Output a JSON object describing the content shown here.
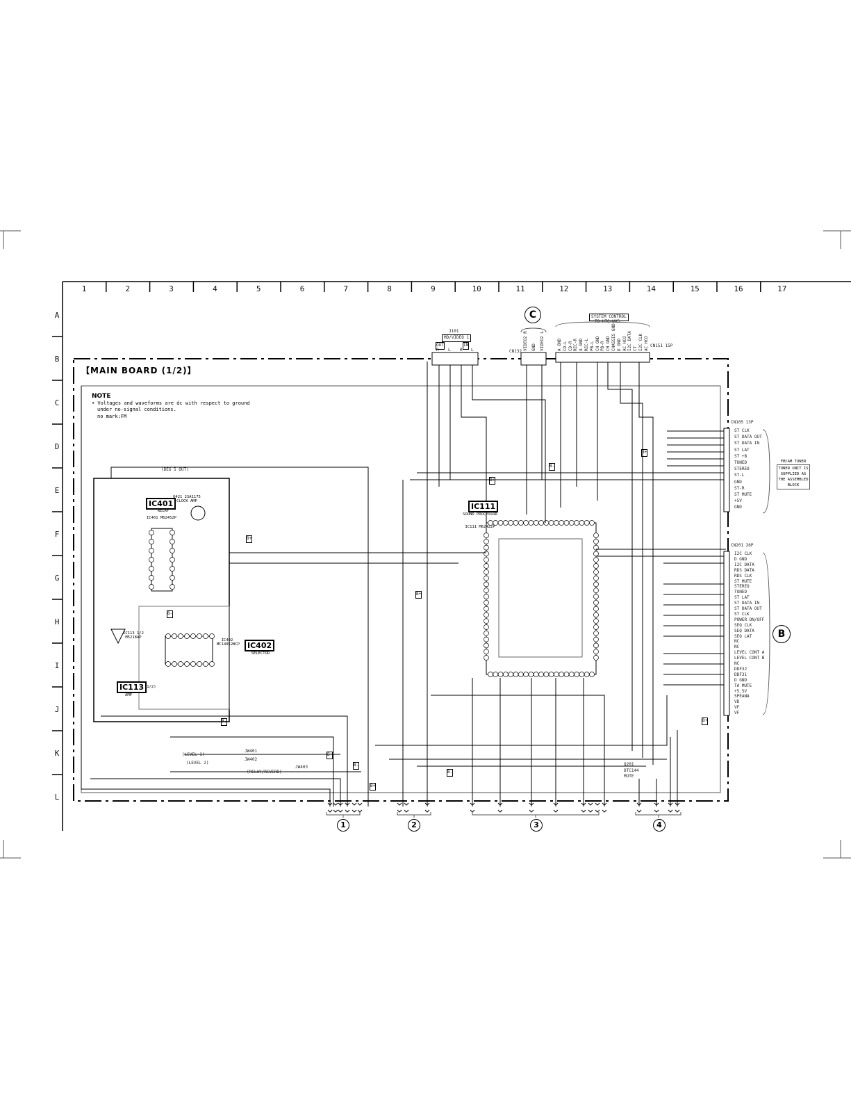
{
  "grid": {
    "columns": [
      "1",
      "2",
      "3",
      "4",
      "5",
      "6",
      "7",
      "8",
      "9",
      "10",
      "11",
      "12",
      "13",
      "14",
      "15",
      "16",
      "17"
    ],
    "rows": [
      "A",
      "B",
      "C",
      "D",
      "E",
      "F",
      "G",
      "H",
      "I",
      "J",
      "K",
      "L"
    ]
  },
  "board_title": "【MAIN BOARD (1/2)】",
  "note": {
    "heading": "NOTE",
    "lines": [
      "• Voltages and waveforms are dc with respect to ground",
      "under no-signal conditions.",
      "no mark:FM"
    ]
  },
  "ics": {
    "ic401": {
      "name": "IC401",
      "desc": "RELAY",
      "part": "IC401 M62452P",
      "q": "Q421 2SA1175 CLOCK AMP"
    },
    "ic402": {
      "name": "IC402",
      "desc": "SELECTOR",
      "part": "IC402 MC14052BCP"
    },
    "ic113": {
      "name": "IC113",
      "unit": "(1/2)",
      "desc": "AMP",
      "part": "IC113 1/2 M5218AP"
    },
    "ic111": {
      "name": "IC111",
      "desc": "SOUND PROCESSOR",
      "part": "IC111 M62422P"
    }
  },
  "top_connectors": {
    "j101": {
      "ref": "J101",
      "title": "MD/VIDEO 1",
      "out": "OUT",
      "in": "IN",
      "pins": [
        "R",
        "L",
        "R",
        "L"
      ]
    },
    "video": {
      "ref": "CN132",
      "pins": [
        "VIDEO2 R",
        "GND",
        "VIDEO2 L"
      ]
    },
    "system": {
      "title": "SYSTEM CONTROL",
      "subtitle": "TO HTC-WX5",
      "ref": "CN151 15P",
      "pins": [
        "A GND",
        "CD-L",
        "CD-R",
        "REC-R",
        "A GND",
        "REC-L",
        "PB-L",
        "CH GND",
        "PB-R",
        "CH GND",
        "CHASSIS GND",
        "D GND",
        "AC HCO",
        "I2C DATA",
        "CT",
        "I2C CLK",
        "AC HCO"
      ]
    }
  },
  "cn105": {
    "ref": "CN105 13P",
    "pins": [
      "ST CLK",
      "ST DATA OUT",
      "ST DATA IN",
      "ST LAT",
      "ST +B",
      "TUNED",
      "STEREO",
      "ST-L",
      "GND",
      "ST-R",
      "ST MUTE",
      "+5V",
      "GND"
    ]
  },
  "tuner_note": {
    "title": "FM/AM TUNER",
    "lines": [
      "TUNER UNIT IS",
      "SUPPLIED AS",
      "THE ASSEMBLED",
      "BLOCK"
    ]
  },
  "cn201": {
    "ref": "CN201 26P",
    "pins": [
      "I2C CLK",
      "D GND",
      "I2C DATA",
      "RDS DATA",
      "RDS CLK",
      "ST MUTE",
      "STEREO",
      "TUNED",
      "ST LAT",
      "ST DATA IN",
      "ST DATA OUT",
      "ST CLK",
      "POWER ON/OFF",
      "SEQ CLK",
      "SEQ DATA",
      "SEQ LAT",
      "NC",
      "NC",
      "LEVEL CONT A",
      "LEVEL CONT B",
      "NC",
      "DDF32",
      "DDF31",
      "D GND",
      "TA MUTE",
      "+5.5V",
      "SPEANA",
      "VD",
      "VF",
      "VF"
    ]
  },
  "markers": {
    "c": "C",
    "b": "B",
    "groups": [
      "1",
      "2",
      "3",
      "4"
    ]
  },
  "misc_labels": {
    "deg": "(DEG 5 OUT)",
    "level1": "(LEVEL 1)",
    "level2": "(LEVEL 2)",
    "relay": "(RELAY/REVERB)",
    "jw401": "JW401",
    "jw402": "JW402",
    "jw403": "JW403",
    "q201": "Q201 DTC144 MUTE",
    "bplus": "B+",
    "bminus": "B-"
  }
}
